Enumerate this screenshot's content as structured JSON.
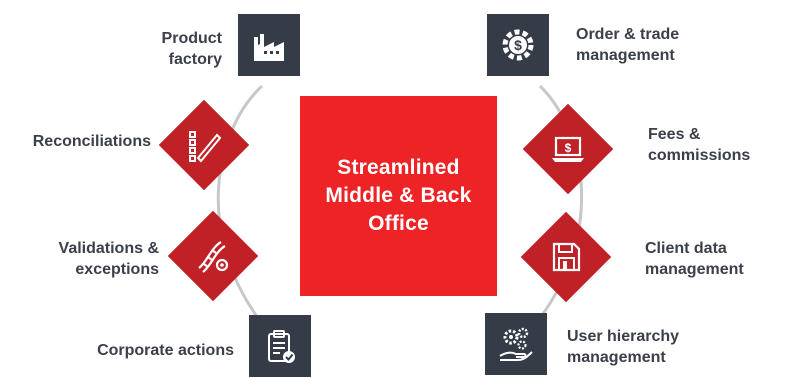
{
  "center": {
    "title": "Streamlined\nMiddle & Back\nOffice"
  },
  "left": [
    {
      "label": "Product\nfactory",
      "icon": "factory-icon"
    },
    {
      "label": "Reconciliations",
      "icon": "checklist-pen-icon"
    },
    {
      "label": "Validations &\nexceptions",
      "icon": "dna-gear-icon"
    },
    {
      "label": "Corporate actions",
      "icon": "clipboard-check-icon"
    }
  ],
  "right": [
    {
      "label": "Order & trade\nmanagement",
      "icon": "dollar-gear-icon"
    },
    {
      "label": "Fees &\ncommissions",
      "icon": "laptop-dollar-icon"
    },
    {
      "label": "Client data\nmanagement",
      "icon": "floppy-disk-icon"
    },
    {
      "label": "User hierarchy\nmanagement",
      "icon": "hand-gears-icon"
    }
  ],
  "colors": {
    "center": "#ee2326",
    "diamond": "#c02127",
    "tile": "#363b48",
    "ring": "#c8c8c8",
    "text": "#3a3f4a"
  }
}
